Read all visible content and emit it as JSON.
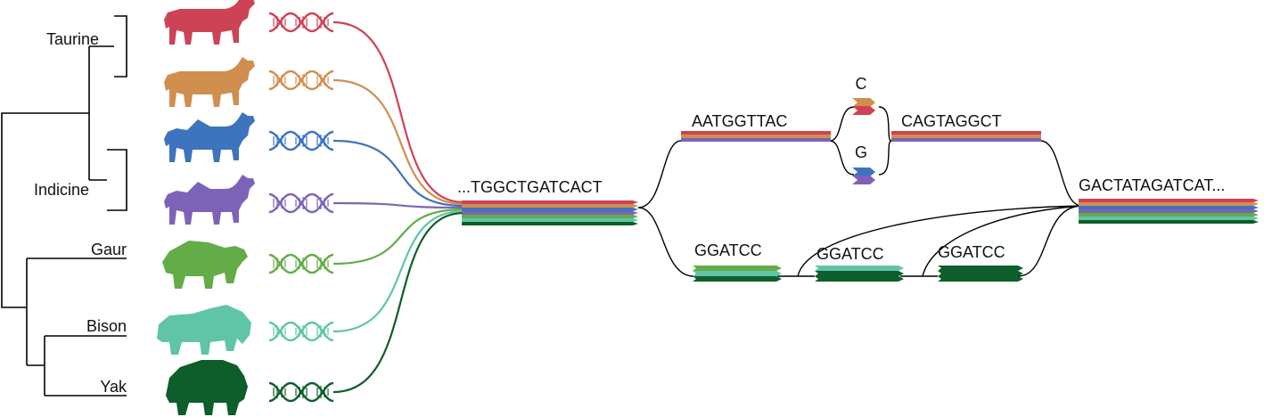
{
  "colors": {
    "taurine": "#cd4355",
    "indicine_a": "#d08f4e",
    "indicine_b": "#3e73bd",
    "indicine_c": "#7d63b8",
    "gaur": "#63ac47",
    "bison": "#5fc5a6",
    "yak": "#0d5e2a",
    "line": "#000000"
  },
  "tree": {
    "group_labels": [
      "Taurine",
      "Indicine"
    ],
    "species": [
      {
        "label": "",
        "color_key": "taurine",
        "icon": "cattle-icon"
      },
      {
        "label": "",
        "color_key": "indicine_a",
        "icon": "cattle-icon"
      },
      {
        "label": "",
        "color_key": "indicine_b",
        "icon": "zebu-icon"
      },
      {
        "label": "",
        "color_key": "indicine_c",
        "icon": "zebu-icon"
      },
      {
        "label": "Gaur",
        "color_key": "gaur",
        "icon": "gaur-icon"
      },
      {
        "label": "Bison",
        "color_key": "bison",
        "icon": "bison-icon"
      },
      {
        "label": "Yak",
        "color_key": "yak",
        "icon": "yak-icon"
      }
    ]
  },
  "sequences": {
    "merged": "...TGGCTGATCACT",
    "snp_left": "AATGGTTAC",
    "snp_right": "CAGTAGGCT",
    "snp_alt_top": "C",
    "snp_alt_bottom": "G",
    "repeat": [
      "GGATCC",
      "GGATCC",
      "GGATCC"
    ],
    "end": "GACTATAGATCAT..."
  }
}
